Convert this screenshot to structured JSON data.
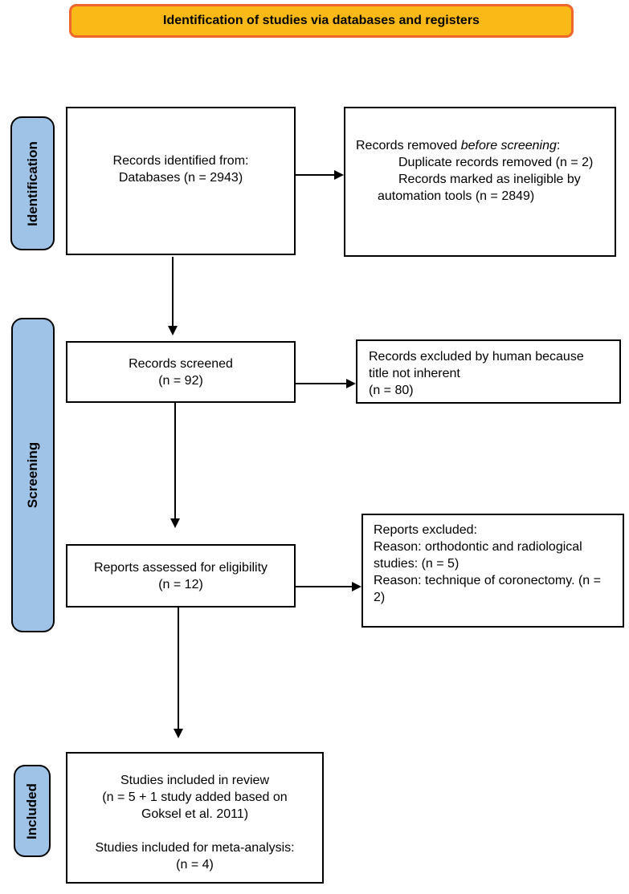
{
  "banner": {
    "text": "Identification of studies via databases and registers",
    "fill_color": "#FBB917",
    "border_color": "#F0642D"
  },
  "stages": {
    "identification": "Identification",
    "screening": "Screening",
    "included": "Included",
    "fill_color": "#9EC3E6",
    "border_color": "#000000"
  },
  "boxes": {
    "identified": {
      "lines": [
        "Records identified from:",
        "Databases (n = 2943)"
      ]
    },
    "removed": {
      "line1_prefix": "Records removed ",
      "line1_italic": "before screening",
      "line1_suffix": ":",
      "lines": [
        "Duplicate records removed (n = 2)",
        "Records marked as ineligible by",
        "automation tools (n = 2849)"
      ]
    },
    "screened": {
      "lines": [
        "Records screened",
        "(n = 92)"
      ]
    },
    "excluded_human": {
      "lines": [
        "Records excluded by human because",
        "title not inherent",
        "(n = 80)"
      ]
    },
    "assessed": {
      "lines": [
        "Reports assessed for eligibility",
        "(n = 12)"
      ]
    },
    "reports_excluded": {
      "lines": [
        "Reports excluded:",
        "Reason: orthodontic and radiological",
        "studies: (n = 5)",
        "Reason: technique of coronectomy. (n =",
        "2)"
      ]
    },
    "included": {
      "lines": [
        "Studies included in review",
        "(n = 5 + 1 study added based on",
        "Goksel et al. 2011)",
        "",
        "Studies included for meta-analysis:",
        "(n = 4)"
      ]
    }
  },
  "colors": {
    "box_border": "#000000",
    "arrow": "#000000",
    "background": "#FFFFFF"
  }
}
